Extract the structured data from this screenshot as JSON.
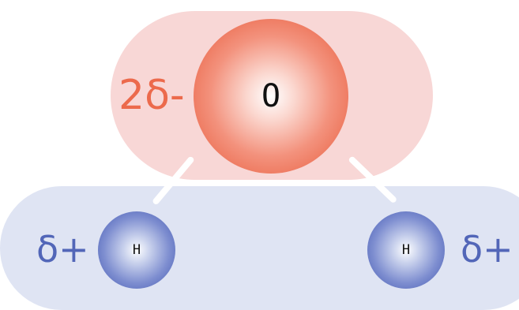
{
  "oxygen": {
    "symbol": "O",
    "partial_charge": "2δ-"
  },
  "hydrogens": [
    {
      "symbol": "H",
      "partial_charge": "δ+"
    },
    {
      "symbol": "H",
      "partial_charge": "δ+"
    }
  ],
  "colors": {
    "oxygen_atom": "#e65d40",
    "oxygen_region": "#f8d7d6",
    "oxygen_charge": "#ec6a4c",
    "hydrogen_atom": "#4c5fb4",
    "hydrogen_region": "#dfe4f3",
    "hydrogen_charge": "#5266b8",
    "bond": "#ffffff"
  }
}
